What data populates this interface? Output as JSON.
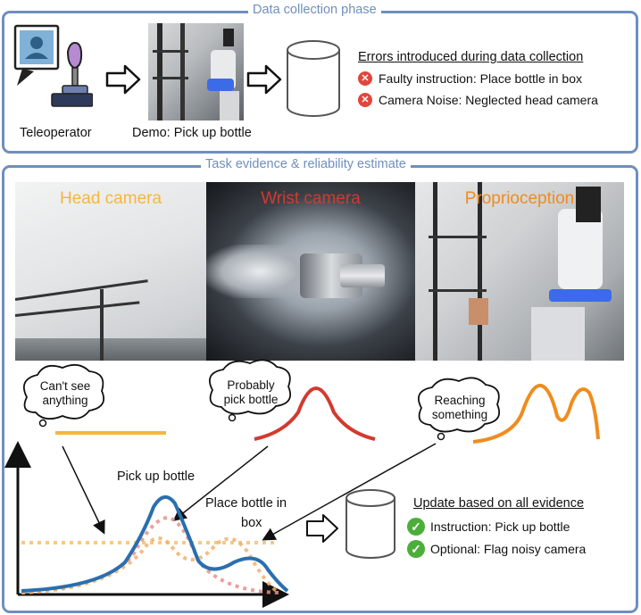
{
  "top_panel": {
    "title": "Data collection phase",
    "teleoperator_label": "Teleoperator",
    "demo_label": "Demo: Pick up bottle",
    "errors_heading": "Errors introduced during data collection",
    "errors": [
      "Faulty instruction: Place bottle in box",
      "Camera Noise: Neglected head camera"
    ]
  },
  "bottom_panel": {
    "title": "Task evidence & reliability estimate",
    "cameras": [
      {
        "label": "Head camera",
        "color": "#f4b73c"
      },
      {
        "label": "Wrist camera",
        "color": "#d23a30"
      },
      {
        "label": "Proprioception",
        "color": "#f08c1e"
      }
    ],
    "thoughts": {
      "head": [
        "Can't see",
        "anything"
      ],
      "wrist": [
        "Probably",
        "pick bottle"
      ],
      "proprio": [
        "Reaching",
        "something"
      ]
    },
    "chart_labels": {
      "peak1": "Pick up bottle",
      "peak2_line1": "Place bottle in",
      "peak2_line2": "box"
    },
    "update_heading": "Update based on all evidence",
    "updates": [
      "Instruction: Pick up bottle",
      "Optional: Flag noisy camera"
    ]
  },
  "colors": {
    "panel_border": "#6f8fbd",
    "posterior": "#2a6fae",
    "error_icon": "#e0463c",
    "check_icon": "#4cae3a"
  },
  "icons": [
    "teleoperator-person-icon",
    "joystick-icon",
    "database-cylinder-icon",
    "arrow-right-icon",
    "error-x-icon",
    "check-icon",
    "thought-cloud-icon"
  ]
}
